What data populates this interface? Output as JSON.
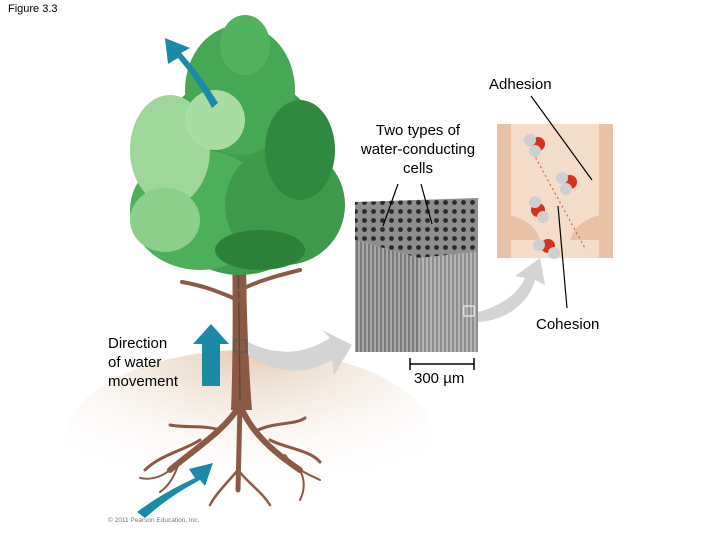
{
  "figure_label": "Figure 3.3",
  "labels": {
    "adhesion": "Adhesion",
    "cells": "Two types of water-conducting cells",
    "cells_lines": [
      "Two types of",
      "water-conducting",
      "cells"
    ],
    "cohesion": "Cohesion",
    "direction": "Direction of water movement",
    "direction_lines": [
      "Direction",
      "of water",
      "movement"
    ],
    "scale_bar": "300 µm"
  },
  "copyright": "© 2011 Pearson Education, Inc.",
  "colors": {
    "arrow": "#1b8aa6",
    "foliage_dark": "#2e8b3e",
    "foliage_light": "#8ccf8a",
    "trunk": "#8a5a44",
    "soil": "#e8d6c4",
    "vessel_bg": "#f2d5bf",
    "oxygen": "#d6311e",
    "hydrogen": "#c8c8c8",
    "callout_gray": "#d4d4d4"
  },
  "icons": {
    "arrow_top": "curved-arrow-icon",
    "arrow_up": "up-arrow-icon",
    "arrow_root": "curved-arrow-icon"
  }
}
